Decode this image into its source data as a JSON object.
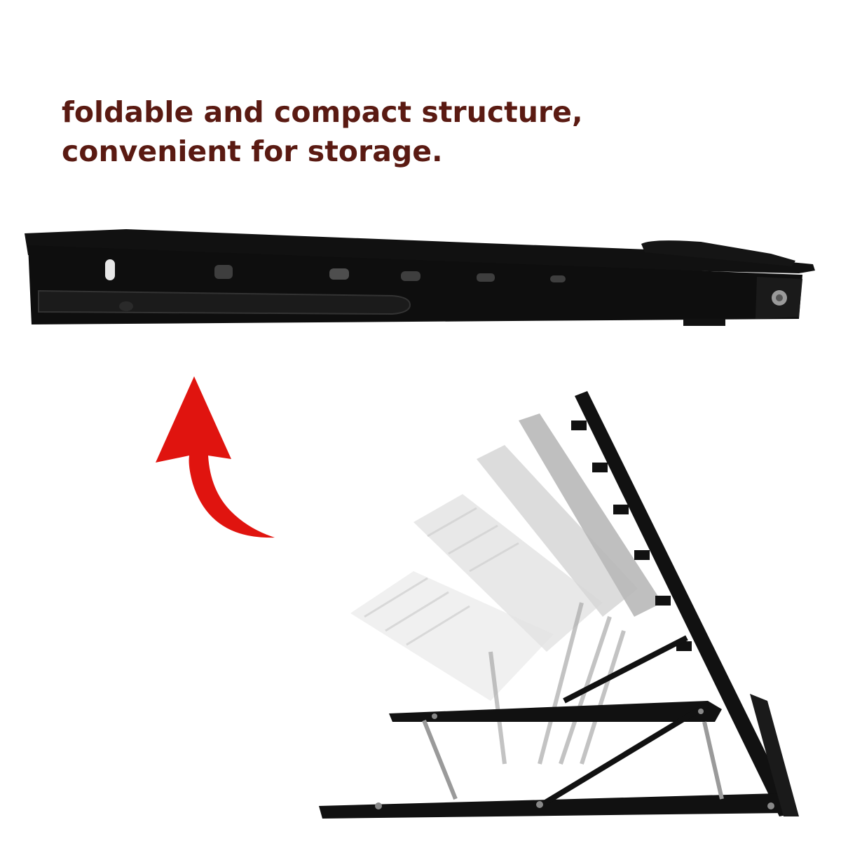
{
  "caption": {
    "line1": "foldable and compact structure,",
    "line2": "convenient for storage."
  },
  "colors": {
    "caption": "#5a1a12",
    "arrow": "#e0140f",
    "stand": "#111111",
    "ghost": "#c8c8c8"
  },
  "illustration": {
    "folded_stand": "folded-stand-side-view",
    "arrow": "curved-up-arrow-icon",
    "open_stand": "open-stand-angle-positions"
  }
}
